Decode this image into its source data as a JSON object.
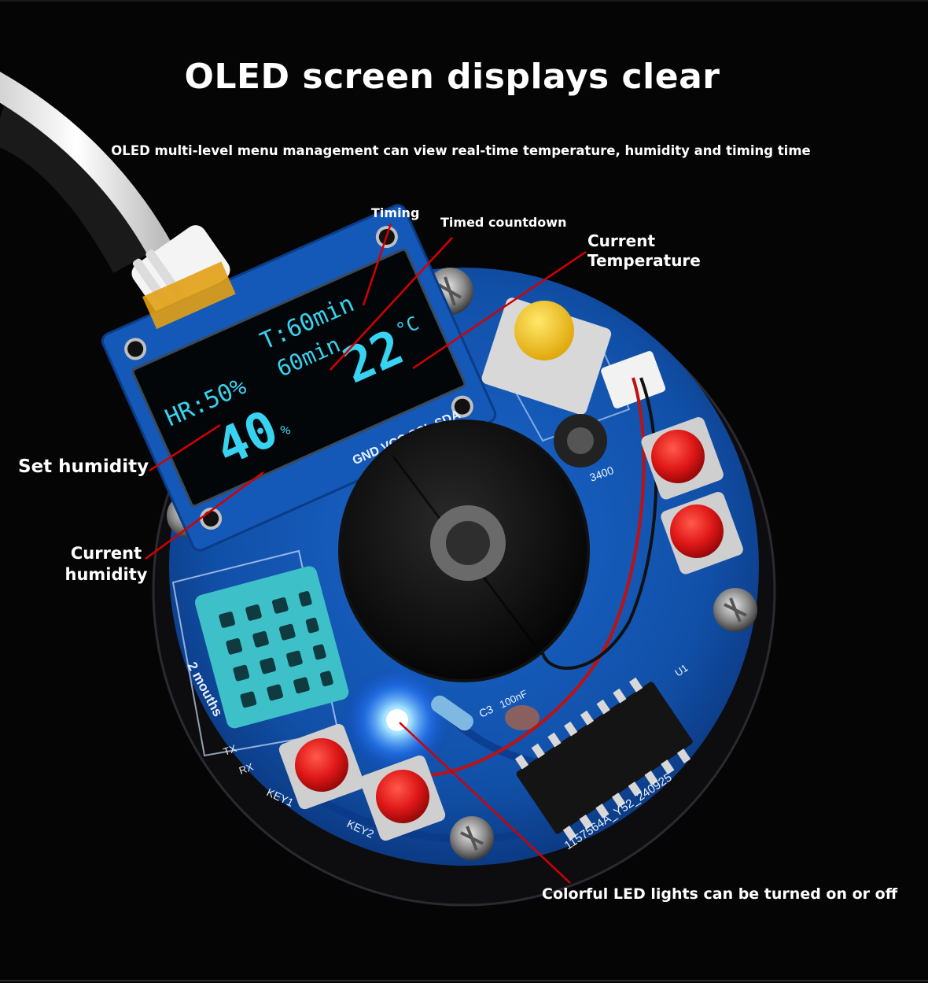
{
  "title": "OLED screen displays clear",
  "subtitle": "OLED multi-level menu management can view real-time temperature, humidity and timing time",
  "callouts": {
    "timing": "Timing",
    "timed_countdown": "Timed countdown",
    "current_temperature": "Current Temperature",
    "set_humidity": "Set humidity",
    "current_humidity": "Current humidity",
    "led": "Colorful LED lights can be turned on or off"
  },
  "oled": {
    "timer": "T:60min",
    "countdown": "60min",
    "set_humidity": "HR:50%",
    "current_humidity": "40",
    "humidity_unit": "%",
    "temperature": "22",
    "temperature_unit": "°C"
  },
  "board": {
    "header_pins": "GND VCC SCL SDA",
    "key1": "KEY1",
    "key2": "KEY2",
    "tx": "TX",
    "rx": "RX",
    "c3": "C3",
    "c3_value": "100nF",
    "part_number": "1157564A_Y52_240925",
    "sensor_sticker": "2 mouths",
    "u1": "U1",
    "inductor": "3400"
  },
  "colors": {
    "background": "#050505",
    "pcb": "#1052b0",
    "oled_text": "#37d3f0",
    "callout_line": "#d40000",
    "button_red": "#e01818",
    "button_yellow": "#f2c81c",
    "sensor": "#3dc0c8"
  }
}
